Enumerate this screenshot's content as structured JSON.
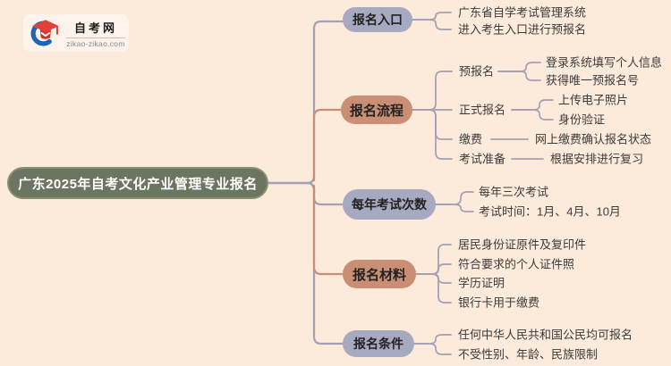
{
  "page": {
    "background": "#fceada"
  },
  "logo": {
    "site_name": "自考网",
    "domain": "zikao-zikao.com",
    "icon": "graduation-cap-logo-icon",
    "colors": {
      "swoosh_blue": "#1e63b8",
      "cap_red": "#e2413a",
      "cap_base_red": "#ce352c"
    }
  },
  "mindmap": {
    "central": {
      "label": "广东2025年自考文化产业管理专业报名",
      "fill": "#6c7560",
      "text_color": "#ffffff"
    },
    "connector_colors": {
      "primary": "#a49fb2",
      "accent": "#c98e74"
    },
    "node_colors": {
      "lavender": "#a7a9c0",
      "salmon": "#c98e74"
    },
    "branches": [
      {
        "label": "报名入口",
        "fill": "#a7a9c0",
        "children": [
          {
            "text": "广东省自学考试管理系统"
          },
          {
            "text": "进入考生入口进行预报名"
          }
        ]
      },
      {
        "label": "报名流程",
        "fill": "#c98e74",
        "children": [
          {
            "text": "预报名",
            "children": [
              {
                "text": "登录系统填写个人信息"
              },
              {
                "text": "获得唯一预报名号"
              }
            ]
          },
          {
            "text": "正式报名",
            "children": [
              {
                "text": "上传电子照片"
              },
              {
                "text": "身份验证"
              }
            ]
          },
          {
            "text": "缴费",
            "children": [
              {
                "text": "网上缴费确认报名状态"
              }
            ]
          },
          {
            "text": "考试准备",
            "children": [
              {
                "text": "根据安排进行复习"
              }
            ]
          }
        ]
      },
      {
        "label": "每年考试次数",
        "fill": "#a7a9c0",
        "children": [
          {
            "text": "每年三次考试"
          },
          {
            "text": "考试时间：1月、4月、10月"
          }
        ]
      },
      {
        "label": "报名材料",
        "fill": "#c98e74",
        "children": [
          {
            "text": "居民身份证原件及复印件"
          },
          {
            "text": "符合要求的个人证件照"
          },
          {
            "text": "学历证明"
          },
          {
            "text": "银行卡用于缴费"
          }
        ]
      },
      {
        "label": "报名条件",
        "fill": "#a7a9c0",
        "children": [
          {
            "text": "任何中华人民共和国公民均可报名"
          },
          {
            "text": "不受性别、年龄、民族限制"
          }
        ]
      }
    ]
  }
}
